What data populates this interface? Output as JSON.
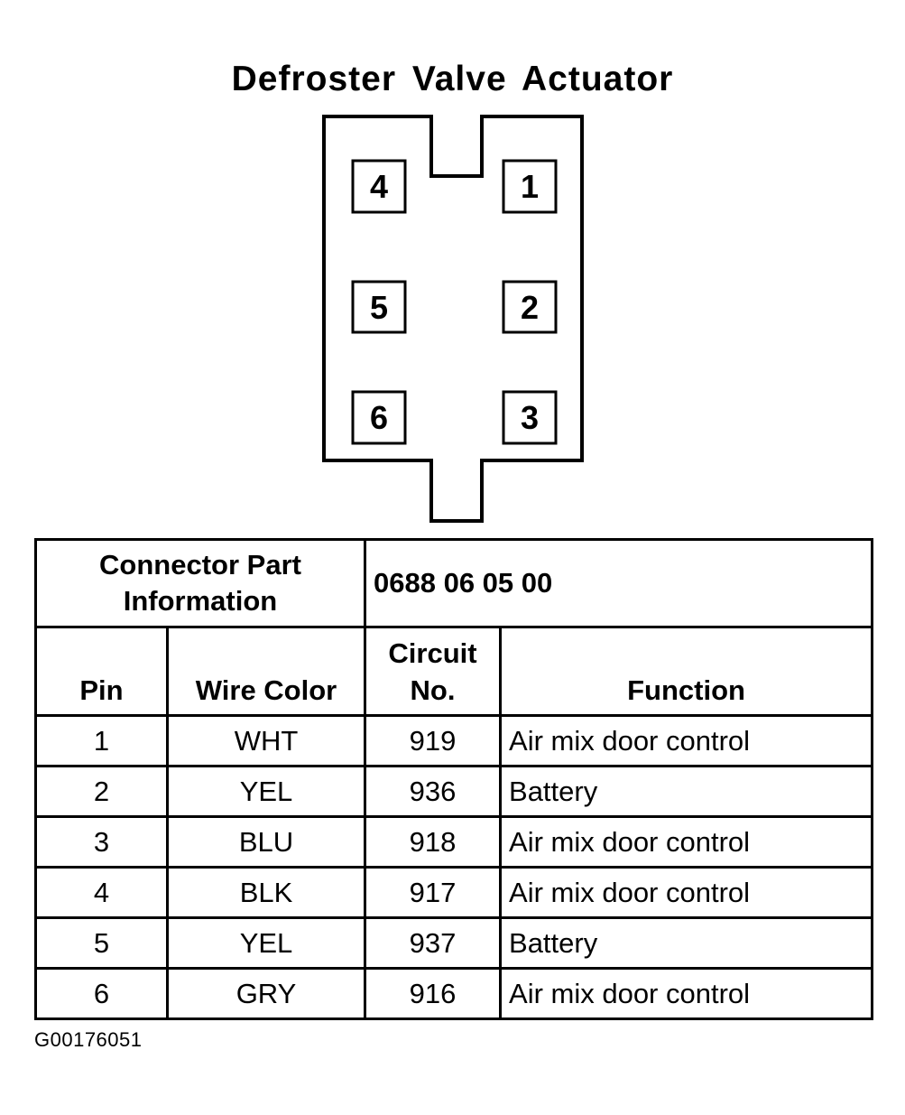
{
  "title": "Defroster Valve Actuator",
  "connector": {
    "pins": [
      "4",
      "1",
      "5",
      "2",
      "6",
      "3"
    ]
  },
  "table": {
    "part_info_label_line1": "Connector Part",
    "part_info_label_line2": "Information",
    "part_number": "0688 06 05 00",
    "headers": {
      "pin": "Pin",
      "wire_color": "Wire Color",
      "circuit_line1": "Circuit",
      "circuit_line2": "No.",
      "function": "Function"
    },
    "rows": [
      {
        "pin": "1",
        "wire_color": "WHT",
        "circuit": "919",
        "function": "Air mix door control"
      },
      {
        "pin": "2",
        "wire_color": "YEL",
        "circuit": "936",
        "function": "Battery"
      },
      {
        "pin": "3",
        "wire_color": "BLU",
        "circuit": "918",
        "function": "Air mix door control"
      },
      {
        "pin": "4",
        "wire_color": "BLK",
        "circuit": "917",
        "function": "Air mix door control"
      },
      {
        "pin": "5",
        "wire_color": "YEL",
        "circuit": "937",
        "function": "Battery"
      },
      {
        "pin": "6",
        "wire_color": "GRY",
        "circuit": "916",
        "function": "Air mix door control"
      }
    ]
  },
  "figure_id": "G00176051"
}
